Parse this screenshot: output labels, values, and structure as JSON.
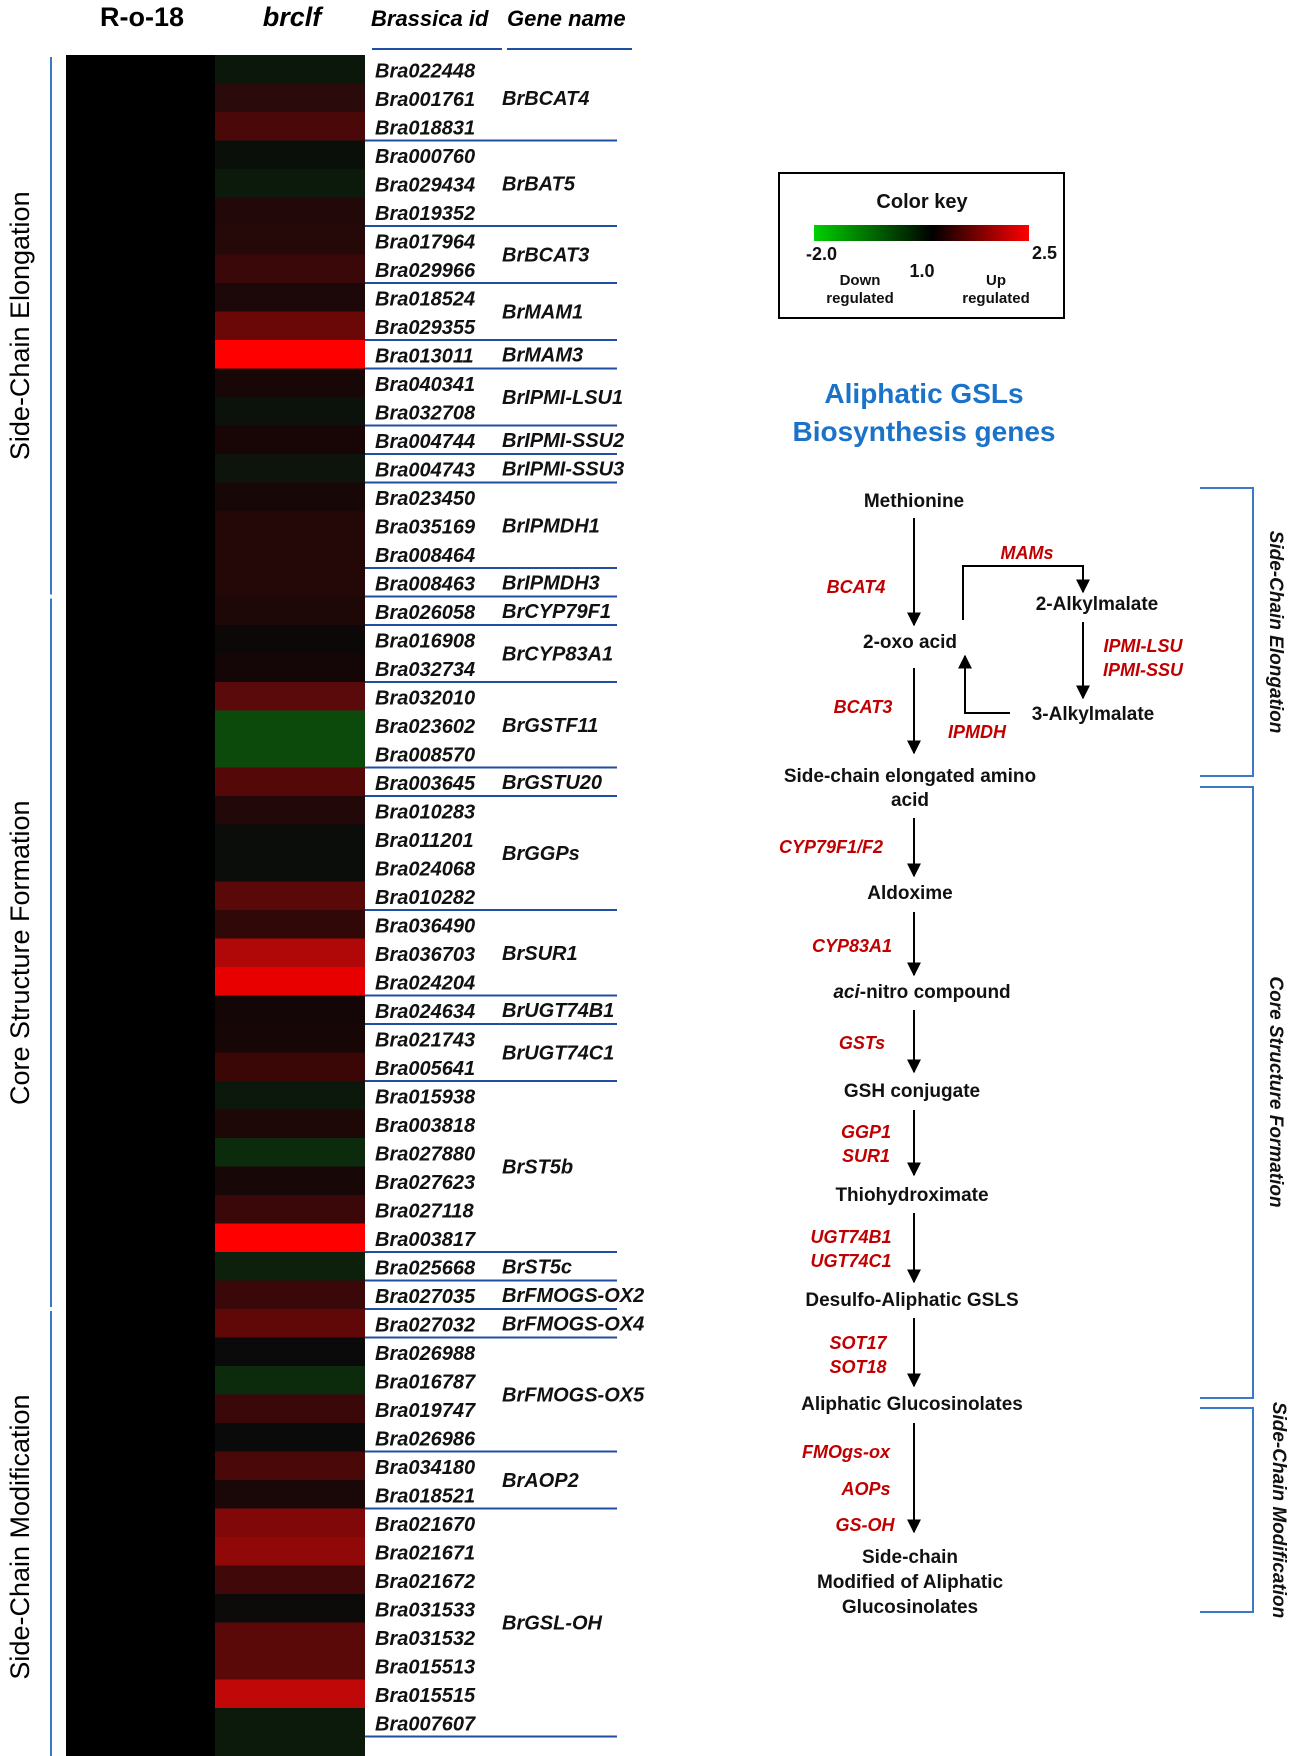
{
  "headers": {
    "col1": "R-o-18",
    "col2": "brclf",
    "col3": "Brassica id",
    "col4": "Gene name"
  },
  "sections": [
    {
      "label": "Side-Chain Elongation",
      "start": 0,
      "end": 18
    },
    {
      "label": "Core Structure Formation",
      "start": 19,
      "end": 43
    },
    {
      "label": "Side-Chain Modification",
      "start": 44,
      "end": 59
    }
  ],
  "rows": [
    {
      "id": "Bra022448",
      "color": "#0b170b"
    },
    {
      "id": "Bra001761",
      "color": "#2a0a0a"
    },
    {
      "id": "Bra018831",
      "color": "#4a0808"
    },
    {
      "id": "Bra000760",
      "color": "#0a0f0a"
    },
    {
      "id": "Bra029434",
      "color": "#0c1a0c"
    },
    {
      "id": "Bra019352",
      "color": "#220808"
    },
    {
      "id": "Bra017964",
      "color": "#250909"
    },
    {
      "id": "Bra029966",
      "color": "#3a0808"
    },
    {
      "id": "Bra018524",
      "color": "#1c0808"
    },
    {
      "id": "Bra029355",
      "color": "#6a0808"
    },
    {
      "id": "Bra013011",
      "color": "#ff0000"
    },
    {
      "id": "Bra040341",
      "color": "#180707"
    },
    {
      "id": "Bra032708",
      "color": "#0b110b"
    },
    {
      "id": "Bra004744",
      "color": "#180606"
    },
    {
      "id": "Bra004743",
      "color": "#0c140c"
    },
    {
      "id": "Bra023450",
      "color": "#180707"
    },
    {
      "id": "Bra035169",
      "color": "#240808"
    },
    {
      "id": "Bra008464",
      "color": "#240808"
    },
    {
      "id": "Bra008463",
      "color": "#240808"
    },
    {
      "id": "Bra026058",
      "color": "#1d0707"
    },
    {
      "id": "Bra016908",
      "color": "#0d0808"
    },
    {
      "id": "Bra032734",
      "color": "#140606"
    },
    {
      "id": "Bra032010",
      "color": "#5a0a0a"
    },
    {
      "id": "Bra023602",
      "color": "#0c4a0c"
    },
    {
      "id": "Bra008570",
      "color": "#0c4a0c"
    },
    {
      "id": "Bra003645",
      "color": "#550808"
    },
    {
      "id": "Bra010283",
      "color": "#220808"
    },
    {
      "id": "Bra011201",
      "color": "#0a0d0a"
    },
    {
      "id": "Bra024068",
      "color": "#0a0d0a"
    },
    {
      "id": "Bra010282",
      "color": "#5a0808"
    },
    {
      "id": "Bra036490",
      "color": "#300808"
    },
    {
      "id": "Bra036703",
      "color": "#b00808"
    },
    {
      "id": "Bra024204",
      "color": "#e80000"
    },
    {
      "id": "Bra024634",
      "color": "#140606"
    },
    {
      "id": "Bra021743",
      "color": "#160606"
    },
    {
      "id": "Bra005641",
      "color": "#3a0606"
    },
    {
      "id": "Bra015938",
      "color": "#0c180c"
    },
    {
      "id": "Bra003818",
      "color": "#1e0707"
    },
    {
      "id": "Bra027880",
      "color": "#0c2a0c"
    },
    {
      "id": "Bra027623",
      "color": "#180707"
    },
    {
      "id": "Bra027118",
      "color": "#3a0808"
    },
    {
      "id": "Bra003817",
      "color": "#ff0000"
    },
    {
      "id": "Bra025668",
      "color": "#0c200c"
    },
    {
      "id": "Bra027035",
      "color": "#3a0808"
    },
    {
      "id": "Bra027032",
      "color": "#600808"
    },
    {
      "id": "Bra026988",
      "color": "#0a0a0a"
    },
    {
      "id": "Bra016787",
      "color": "#0c2a0c"
    },
    {
      "id": "Bra019747",
      "color": "#3a0808"
    },
    {
      "id": "Bra026986",
      "color": "#0a0a0a"
    },
    {
      "id": "Bra034180",
      "color": "#4a0808"
    },
    {
      "id": "Bra018521",
      "color": "#1a0707"
    },
    {
      "id": "Bra021670",
      "color": "#800808"
    },
    {
      "id": "Bra021671",
      "color": "#900808"
    },
    {
      "id": "Bra021672",
      "color": "#400808"
    },
    {
      "id": "Bra031533",
      "color": "#0d0a0a"
    },
    {
      "id": "Bra031532",
      "color": "#5a0808"
    },
    {
      "id": "Bra015513",
      "color": "#5a0808"
    },
    {
      "id": "Bra015515",
      "color": "#c00808"
    },
    {
      "id": "Bra007607",
      "color": "#0c1a0c"
    },
    {
      "id": "",
      "color": "#0c1a0c"
    }
  ],
  "genes": [
    {
      "name": "BrBCAT4",
      "start": 0,
      "end": 2
    },
    {
      "name": "BrBAT5",
      "start": 3,
      "end": 5
    },
    {
      "name": "BrBCAT3",
      "start": 6,
      "end": 7
    },
    {
      "name": "BrMAM1",
      "start": 8,
      "end": 9
    },
    {
      "name": "BrMAM3",
      "start": 10,
      "end": 10
    },
    {
      "name": "BrIPMI-LSU1",
      "start": 11,
      "end": 12
    },
    {
      "name": "BrIPMI-SSU2",
      "start": 13,
      "end": 13
    },
    {
      "name": "BrIPMI-SSU3",
      "start": 14,
      "end": 14
    },
    {
      "name": "BrIPMDH1",
      "start": 15,
      "end": 17
    },
    {
      "name": "BrIPMDH3",
      "start": 18,
      "end": 18
    },
    {
      "name": "BrCYP79F1",
      "start": 19,
      "end": 19
    },
    {
      "name": "BrCYP83A1",
      "start": 20,
      "end": 21
    },
    {
      "name": "BrGSTF11",
      "start": 22,
      "end": 24
    },
    {
      "name": "BrGSTU20",
      "start": 25,
      "end": 25
    },
    {
      "name": "BrGGPs",
      "start": 26,
      "end": 29
    },
    {
      "name": "BrSUR1",
      "start": 30,
      "end": 32
    },
    {
      "name": "BrUGT74B1",
      "start": 33,
      "end": 33
    },
    {
      "name": "BrUGT74C1",
      "start": 34,
      "end": 35
    },
    {
      "name": "BrST5b",
      "start": 36,
      "end": 41
    },
    {
      "name": "BrST5c",
      "start": 42,
      "end": 42
    },
    {
      "name": "BrFMOGS-OX2",
      "start": 43,
      "end": 43
    },
    {
      "name": "BrFMOGS-OX4",
      "start": 44,
      "end": 44
    },
    {
      "name": "BrFMOGS-OX5",
      "start": 45,
      "end": 48
    },
    {
      "name": "BrAOP2",
      "start": 49,
      "end": 50
    },
    {
      "name": "BrGSL-OH",
      "start": 51,
      "end": 58
    }
  ],
  "colorkey": {
    "title": "Color key",
    "min": "-2.0",
    "mid": "1.0",
    "max": "2.5",
    "low_label_1": "Down",
    "low_label_2": "regulated",
    "high_label_1": "Up",
    "high_label_2": "regulated",
    "low_color": "#00d000",
    "mid_color": "#000000",
    "high_color": "#ff0000"
  },
  "pathway": {
    "title_line1": "Aliphatic GSLs",
    "title_line2": "Biosynthesis genes",
    "methionine": "Methionine",
    "bcat4": "BCAT4",
    "oxo_acid": "2-oxo acid",
    "mams": "MAMs",
    "alkylmalate2": "2-Alkylmalate",
    "ipmi_lsu": "IPMI-LSU",
    "ipmi_ssu": "IPMI-SSU",
    "alkylmalate3": "3-Alkylmalate",
    "ipmdh": "IPMDH",
    "bcat3": "BCAT3",
    "elongated_1": "Side-chain elongated amino",
    "elongated_2": "acid",
    "cyp79": "CYP79F1/F2",
    "aldoxime": "Aldoxime",
    "cyp83": "CYP83A1",
    "aci_prefix": "aci",
    "aci_rest": "-nitro compound",
    "gsts": "GSTs",
    "gsh": "GSH conjugate",
    "ggp1": "GGP1",
    "sur1": "SUR1",
    "thiohydroximate": "Thiohydroximate",
    "ugt74b1": "UGT74B1",
    "ugt74c1": "UGT74C1",
    "desulfo": "Desulfo-Aliphatic GSLS",
    "sot17": "SOT17",
    "sot18": "SOT18",
    "aliphatic_gsl": "Aliphatic Glucosinolates",
    "fmogs": "FMOgs-ox",
    "aops": "AOPs",
    "gsoh": "GS-OH",
    "final_1": "Side-chain",
    "final_2": "Modified of Aliphatic",
    "final_3": "Glucosinolates",
    "stage1": "Side-Chain Elongation",
    "stage2": "Core Structure Formation",
    "stage3": "Side-Chain Modification"
  }
}
